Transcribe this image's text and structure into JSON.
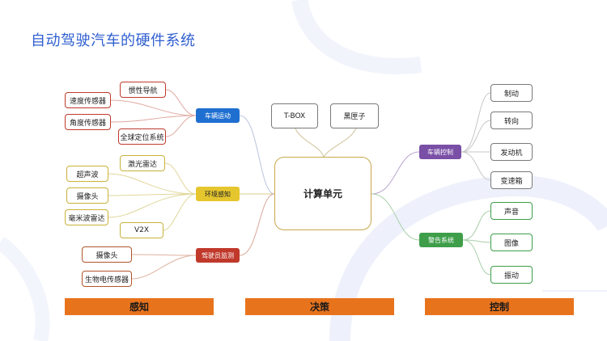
{
  "title": "自动驾驶汽车的硬件系统",
  "center": "计算单元",
  "top_nodes": [
    "T-BOX",
    "黑匣子"
  ],
  "left_hubs": {
    "motion": {
      "label": "车辆运动",
      "leaves": [
        "惯性导航",
        "速度传感器",
        "角度传感器",
        "全球定位系统"
      ]
    },
    "sensing": {
      "label": "环境感知",
      "leaves": [
        "激光雷达",
        "超声波",
        "摄像头",
        "毫米波雷达",
        "V2X"
      ]
    },
    "driver": {
      "label": "驾驶员监测",
      "leaves": [
        "摄像头",
        "生物电传感器"
      ]
    }
  },
  "right_hubs": {
    "control": {
      "label": "车辆控制",
      "leaves": [
        "制动",
        "转向",
        "发动机",
        "变速箱"
      ]
    },
    "alert": {
      "label": "警告系统",
      "leaves": [
        "声音",
        "图像",
        "振动"
      ]
    }
  },
  "bars": [
    "感知",
    "决策",
    "控制"
  ],
  "colors": {
    "title": "#2f5fd0",
    "motion_hub": "#1f6fd1",
    "sensing_hub": "#e6c62e",
    "driver_hub": "#c0392b",
    "control_hub": "#7a4fa6",
    "alert_hub": "#3e9e4a",
    "bar": "#e8731d"
  }
}
